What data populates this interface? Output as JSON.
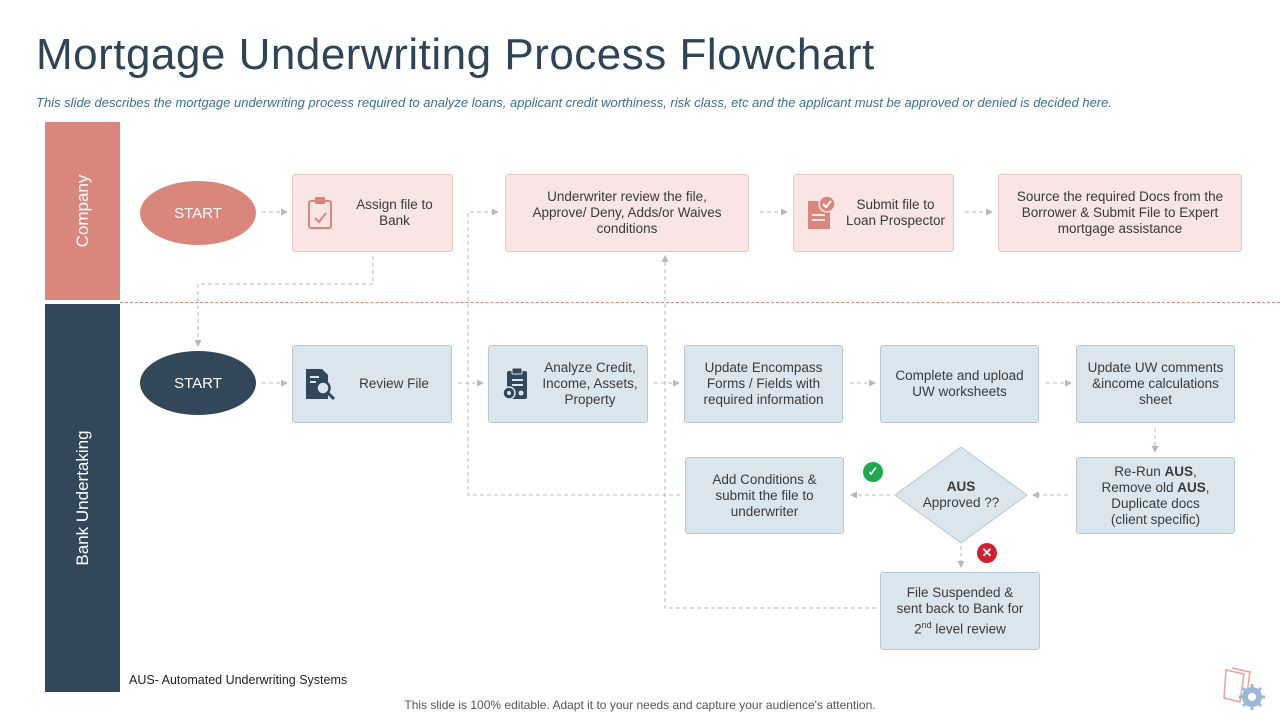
{
  "title": "Mortgage Underwriting Process Flowchart",
  "subtitle": "This slide describes the mortgage underwriting process required to analyze loans, applicant credit worthiness, risk class, etc and the applicant must be approved or denied is decided here.",
  "lanes": {
    "company": "Company",
    "bank": "Bank Undertaking"
  },
  "colors": {
    "company_accent": "#d9877d",
    "bank_accent": "#33475b",
    "pink_box": "#f8e5e4",
    "blue_box": "#dbe5ee",
    "approved_green": "#1fa84f",
    "denied_red": "#d0202e"
  },
  "company_row": {
    "start": "START",
    "assign": "Assign file  to\nBank",
    "underwriter_review": "Underwriter review the file,\nApprove/ Deny, Adds/or Waives\nconditions",
    "submit": "Submit file to\nLoan Prospector",
    "source": "Source the required Docs from the\nBorrower & Submit File to Expert\nmortgage assistance"
  },
  "bank_row": {
    "start": "START",
    "review": "Review File",
    "analyze": "Analyze Credit,\nIncome, Assets,\nProperty",
    "update_encompass": "Update Encompass\nForms / Fields with\nrequired information",
    "complete_upload": "Complete and upload\nUW worksheets",
    "update_uw": "Update UW comments\n&income calculations\nsheet",
    "add_conditions": "Add Conditions &\nsubmit the file to\nunderwriter",
    "aus_bold": "AUS",
    "aus_question": "Approved ??",
    "rerun_line1_a": "Re-Run ",
    "rerun_line1_b": "AUS",
    "rerun_line1_c": ",",
    "rerun_line2_a": "Remove old ",
    "rerun_line2_b": "AUS",
    "rerun_line2_c": ",",
    "rerun_line3": "Duplicate docs",
    "rerun_line4": "(client specific)",
    "suspended_line1": "File Suspended &",
    "suspended_line2": "sent back to Bank for",
    "suspended_line3_a": "2",
    "suspended_line3_sup": "nd",
    "suspended_line3_b": " level review"
  },
  "icons": {
    "assign": "clipboard-check-icon",
    "submit": "document-check-icon",
    "review": "document-search-icon",
    "analyze": "clipboard-gear-icon",
    "approved": "checkmark-icon",
    "denied": "cross-icon"
  },
  "badges": {
    "yes": "✓",
    "no": "✕"
  },
  "footnote": "AUS- Automated Underwriting Systems",
  "footer": "This slide is 100% editable. Adapt it to your needs and capture your audience's attention."
}
